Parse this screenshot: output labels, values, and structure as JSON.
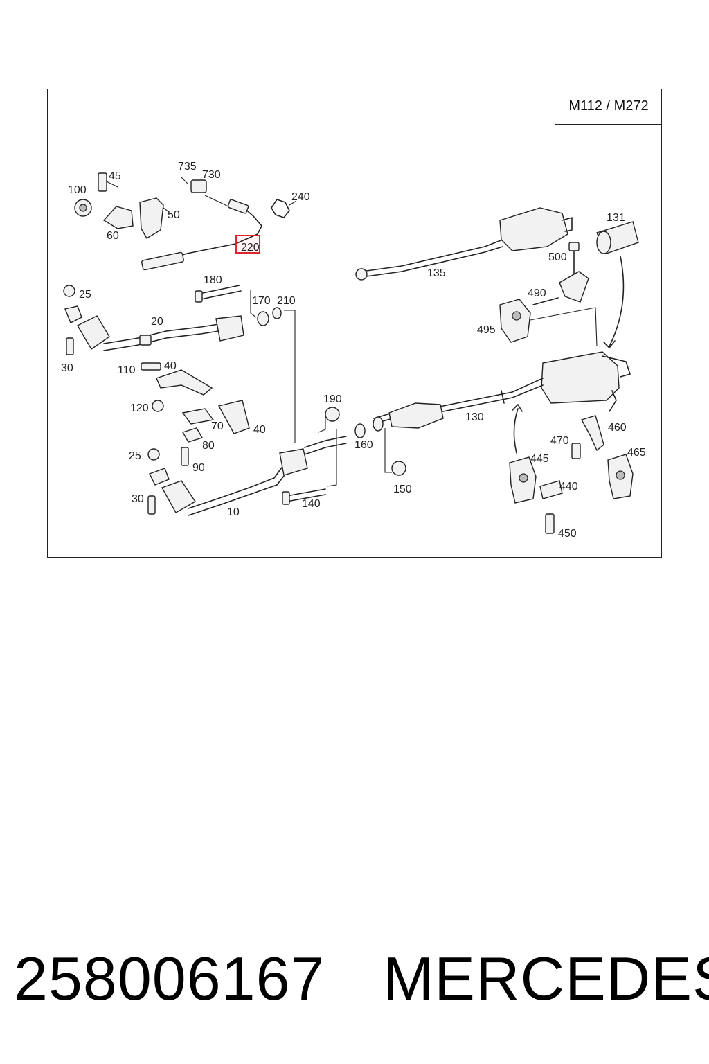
{
  "model_label": "M112 / M272",
  "highlight_color": "#e0242b",
  "part_labels": {
    "p10": "10",
    "p20": "20",
    "p25a": "25",
    "p25b": "25",
    "p30a": "30",
    "p30b": "30",
    "p40a": "40",
    "p40b": "40",
    "p45": "45",
    "p50": "50",
    "p60": "60",
    "p70": "70",
    "p80": "80",
    "p90": "90",
    "p100": "100",
    "p110": "110",
    "p120": "120",
    "p130": "130",
    "p131": "131",
    "p135": "135",
    "p140": "140",
    "p150": "150",
    "p160": "160",
    "p170": "170",
    "p180": "180",
    "p190": "190",
    "p210": "210",
    "p220": "220",
    "p240": "240",
    "p440": "440",
    "p445": "445",
    "p450": "450",
    "p460": "460",
    "p465": "465",
    "p470": "470",
    "p490": "490",
    "p495": "495",
    "p500": "500",
    "p730": "730",
    "p735": "735"
  },
  "footer": {
    "part_number": "258006167",
    "brand": "MERCEDES"
  }
}
